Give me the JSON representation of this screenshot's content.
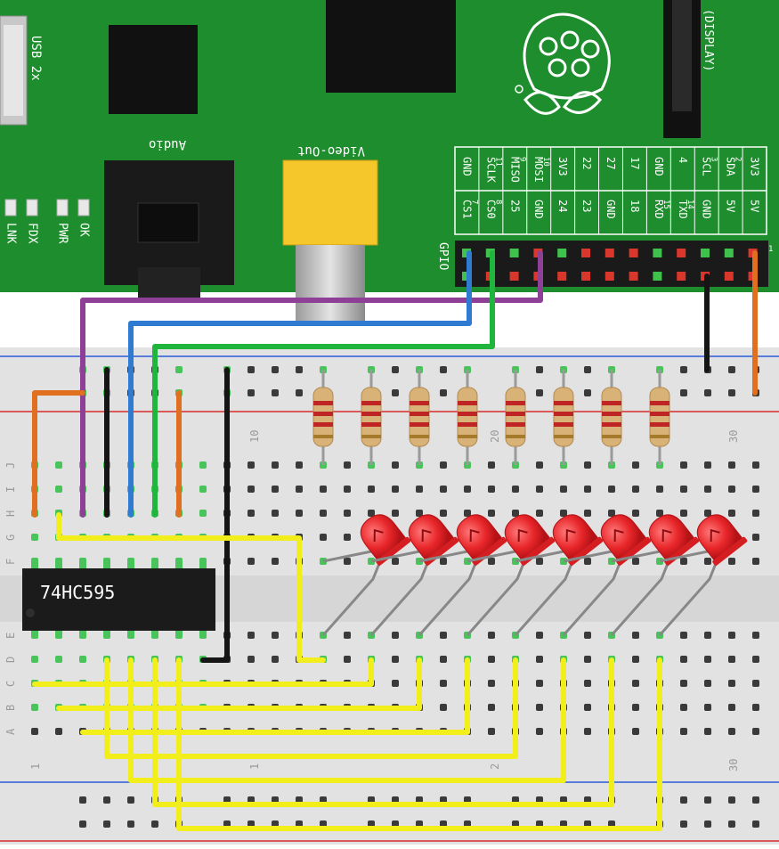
{
  "board": {
    "usb_label": "USB 2x",
    "audio_label": "Audio",
    "video_label": "Video-Out",
    "display_label": "(DISPLAY)",
    "gpio_label": "GPIO",
    "leds": [
      "LNK",
      "FDX",
      "PWR",
      "OK"
    ],
    "pin1_marker": "1",
    "gpio_top_row": [
      "GND",
      "SCLK",
      "MISO",
      "MOSI",
      "3V3",
      "22",
      "27",
      "17",
      "GND",
      "4",
      "SCL",
      "SDA",
      "3V3"
    ],
    "gpio_top_row_numbers": [
      "",
      "11",
      "9",
      "10",
      "",
      "",
      "",
      "",
      "",
      "",
      "3",
      "2",
      ""
    ],
    "gpio_bottom_row": [
      "CS1",
      "CS0",
      "25",
      "GND",
      "24",
      "23",
      "GND",
      "18",
      "RXD",
      "TXD",
      "GND",
      "5V",
      "5V"
    ],
    "gpio_bottom_row_numbers": [
      "7",
      "8",
      "",
      "",
      "",
      "",
      "",
      "",
      "15",
      "14",
      "",
      "",
      ""
    ]
  },
  "breadboard": {
    "row_letters_top": [
      "J",
      "I",
      "H",
      "G",
      "F"
    ],
    "row_letters_bottom": [
      "E",
      "D",
      "C",
      "B",
      "A"
    ],
    "column_numbers": [
      "1",
      "10",
      "20",
      "30"
    ],
    "mirrored_numbers": [
      "1",
      "1",
      "2",
      "30"
    ]
  },
  "chip": {
    "label": "74HC595"
  },
  "colors": {
    "board_green": "#1e8d2d",
    "wire_yellow": "#f2ee1b",
    "wire_orange": "#e0701f",
    "wire_black": "#151515",
    "wire_blue": "#2e7bd1",
    "wire_green": "#20b53c",
    "wire_purple": "#8e3f96",
    "led_red": "#e8262a"
  },
  "counts": {
    "leds": 8,
    "resistors": 8
  }
}
